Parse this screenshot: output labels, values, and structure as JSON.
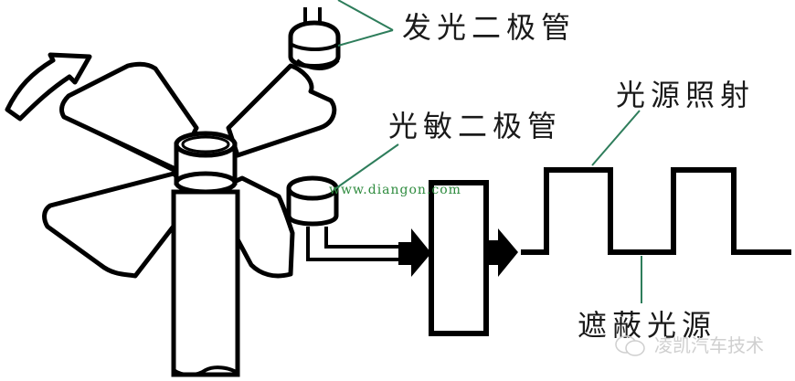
{
  "labels": {
    "led": "发光二极管",
    "photodiode": "光敏二极管",
    "light_on": "光源照射",
    "light_blocked": "遮蔽光源"
  },
  "watermarks": {
    "url": "www.diangon.com",
    "brand": "凌凯汽车技术",
    "brand_icon": "wechat-icon"
  },
  "colors": {
    "stroke": "#000000",
    "leader_line": "#2e7d5b",
    "url_watermark": "#2e8b3e",
    "brand_watermark": "#cfcfcf"
  },
  "signal": {
    "type": "square-wave",
    "pulses": 2,
    "states": [
      "遮蔽光源 (low)",
      "光源照射 (high)"
    ]
  }
}
